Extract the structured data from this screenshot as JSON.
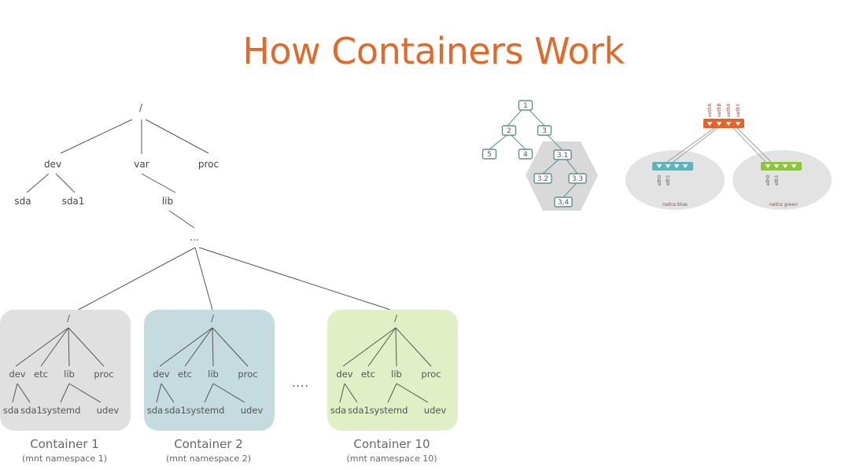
{
  "title": "How Containers Work",
  "host_tree": {
    "root": "/",
    "level1": [
      "dev",
      "var",
      "proc"
    ],
    "dev_children": [
      "sda",
      "sda1"
    ],
    "var_children": [
      "lib"
    ],
    "lib_children": [
      "..."
    ]
  },
  "containers": [
    {
      "name": "Container 1",
      "namespace": "(mnt namespace 1)",
      "color": "#e0e0e0",
      "root": "/",
      "dirs": [
        "dev",
        "etc",
        "lib",
        "proc"
      ],
      "dev_children": [
        "sda",
        "sda1"
      ],
      "lib_children": [
        "systemd",
        "udev"
      ]
    },
    {
      "name": "Container 2",
      "namespace": "(mnt namespace 2)",
      "color": "#c4dcdf",
      "root": "/",
      "dirs": [
        "dev",
        "etc",
        "lib",
        "proc"
      ],
      "dev_children": [
        "sda",
        "sda1"
      ],
      "lib_children": [
        "systemd",
        "udev"
      ]
    },
    {
      "name": "Container 10",
      "namespace": "(mnt namespace 10)",
      "color": "#e0efc5",
      "root": "/",
      "dirs": [
        "dev",
        "etc",
        "lib",
        "proc"
      ],
      "dev_children": [
        "sda",
        "sda1"
      ],
      "lib_children": [
        "systemd",
        "udev"
      ]
    }
  ],
  "ellipsis": "....",
  "pid_tree": {
    "nodes": [
      "1",
      "2",
      "3",
      "5",
      "4",
      "3.1",
      "3.2",
      "3.3",
      "3,4"
    ],
    "highlight_color": "#d9d9d9"
  },
  "network": {
    "bridge_ports": [
      "vethA",
      "vethB",
      "vethX",
      "vethY"
    ],
    "bridge_color": "#e0652a",
    "namespaces": [
      {
        "label": "netns blue",
        "interfaces": [
          "eth0",
          "eth1"
        ],
        "color": "#5fb3bb"
      },
      {
        "label": "netns green",
        "interfaces": [
          "eth0",
          "eth1"
        ],
        "color": "#8cc63f"
      }
    ]
  }
}
